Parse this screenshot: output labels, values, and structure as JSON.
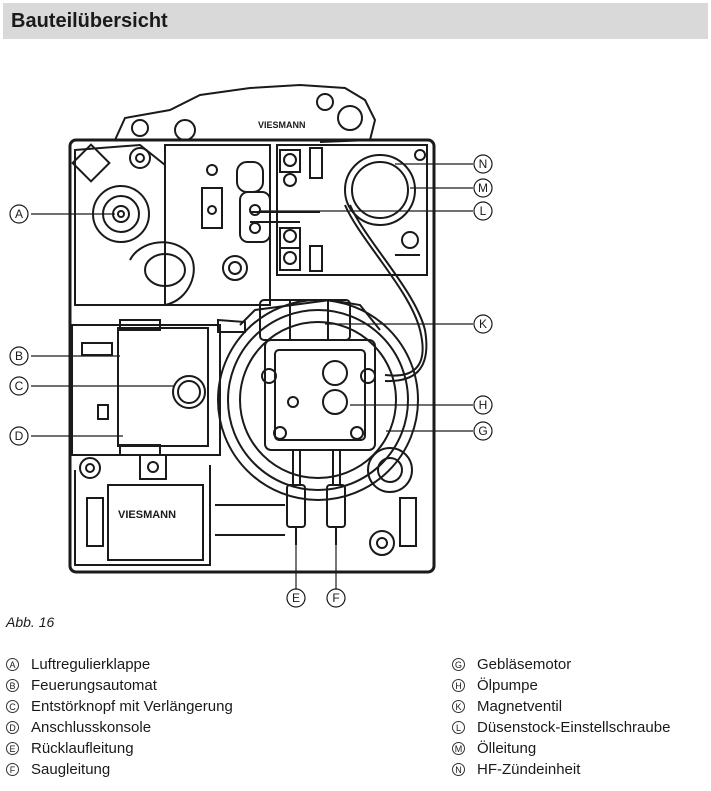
{
  "header": {
    "title": "Bauteilübersicht"
  },
  "figure": {
    "caption": "Abb. 16",
    "brand_logo": "VIESMANN",
    "callouts": [
      "A",
      "B",
      "C",
      "D",
      "E",
      "F",
      "G",
      "H",
      "K",
      "L",
      "M",
      "N"
    ]
  },
  "legend": {
    "left": [
      {
        "letter": "A",
        "label": "Luftregulierklappe"
      },
      {
        "letter": "B",
        "label": "Feuerungsautomat"
      },
      {
        "letter": "C",
        "label": "Entstörknopf mit Verlängerung"
      },
      {
        "letter": "D",
        "label": "Anschlusskonsole"
      },
      {
        "letter": "E",
        "label": "Rücklaufleitung"
      },
      {
        "letter": "F",
        "label": "Saugleitung"
      }
    ],
    "right": [
      {
        "letter": "G",
        "label": "Gebläsemotor"
      },
      {
        "letter": "H",
        "label": "Ölpumpe"
      },
      {
        "letter": "K",
        "label": "Magnetventil"
      },
      {
        "letter": "L",
        "label": "Düsenstock-Einstellschraube"
      },
      {
        "letter": "M",
        "label": "Ölleitung"
      },
      {
        "letter": "N",
        "label": "HF-Zündeinheit"
      }
    ]
  }
}
